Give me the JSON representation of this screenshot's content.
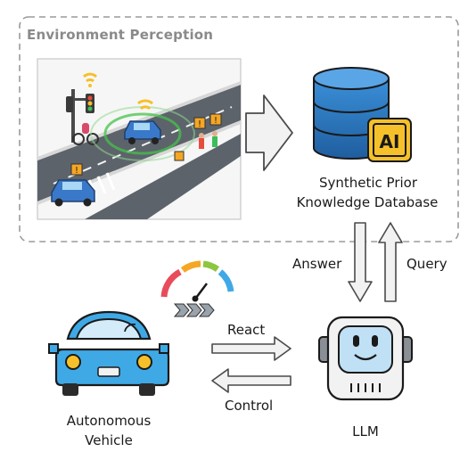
{
  "environment": {
    "title": "Environment Perception"
  },
  "database": {
    "label_line1": "Synthetic Prior",
    "label_line2": "Knowledge Database",
    "badge": "AI"
  },
  "flows": {
    "answer": "Answer",
    "query": "Query",
    "react": "React",
    "control": "Control"
  },
  "vehicle": {
    "label_line1": "Autonomous",
    "label_line2": "Vehicle"
  },
  "llm": {
    "label": "LLM"
  },
  "colors": {
    "db_blue": "#2b79c2",
    "badge_gold": "#f5c02a",
    "car_blue": "#3fa9e6",
    "robot_blue": "#bfe0f5",
    "road": "#5d636b"
  }
}
